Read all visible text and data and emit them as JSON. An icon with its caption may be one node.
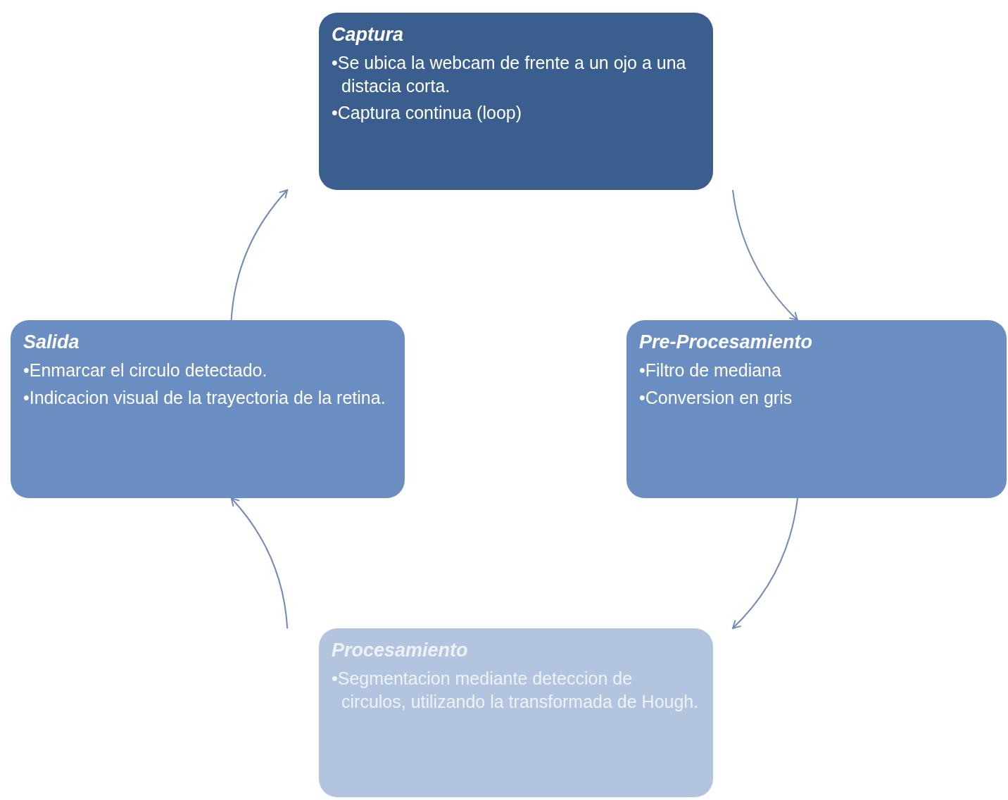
{
  "diagram": {
    "nodes": [
      {
        "text": [
          "Captura",
          "•Se ubica la webcam de frente a un ojo a una distacia corta.",
          "•Captura continua (loop)"
        ]
      },
      {
        "text": [
          "Pre-Procesamiento",
          "•Filtro de mediana",
          "•Conversion en gris"
        ]
      },
      {
        "text": [
          "Procesamiento",
          "•Segmentacion mediante deteccion de circulos, utilizando la transformada de Hough."
        ]
      },
      {
        "text": [
          "Salida",
          "•Enmarcar el circulo detectado.",
          "•Indicacion visual de la trayectoria de la retina."
        ]
      }
    ],
    "edges": [
      {
        "from": 0,
        "to": 1,
        "arrow": "to"
      },
      {
        "from": 1,
        "to": 2,
        "arrow": "to"
      },
      {
        "from": 2,
        "to": 3,
        "arrow": "to"
      },
      {
        "from": 3,
        "to": 0,
        "arrow": "to"
      }
    ]
  }
}
